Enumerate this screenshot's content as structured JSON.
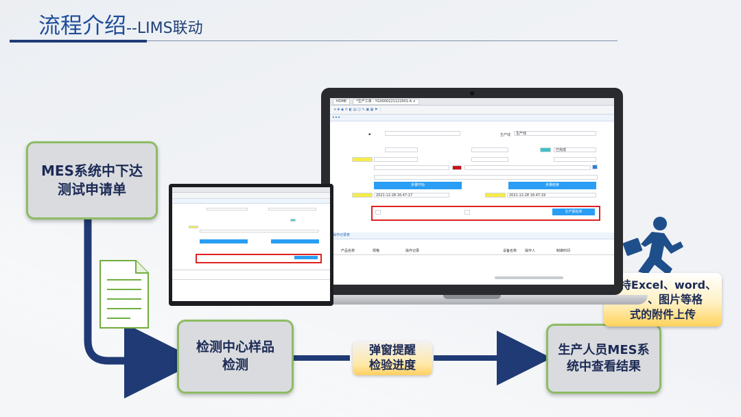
{
  "slide": {
    "title_main": "流程介绍",
    "title_sub": "--LIMS联动"
  },
  "flow": {
    "step1": "MES系统中下达测试申请单",
    "step1_line1": "MES系统中下达",
    "step1_line2": "测试申请单",
    "step2_line1": "检测中心样品",
    "step2_line2": "检测",
    "step3_line1": "生产人员MES系",
    "step3_line2": "统中查看结果",
    "popup_line1": "弹窗提醒",
    "popup_line2": "检验进度",
    "attach_line1": "支持Excel、word、",
    "attach_line2": "PDF、图片等格",
    "attach_line3": "式的附件上传"
  },
  "colors": {
    "title_blue": "#1f4e9a",
    "box_border": "#8dbb63",
    "box_fill": "#d9dbde",
    "arrow": "#1f3a75",
    "highlight_yellow": "#f5ec4a",
    "highlight_teal": "#3ec1c9",
    "button_blue": "#2a9df4",
    "frame_red": "#e02020"
  },
  "laptop_app": {
    "tab_home": "HOME",
    "tab_active": "*生产工单 - YG0000221122901-A ×",
    "btn_left": "步骤开始",
    "btn_right": "步骤结束",
    "value_start": "2021-12-28",
    "value_start_time": "16:47:17",
    "value_end": "2021-12-28",
    "value_end_time": "16:47:19",
    "submit_btn": "生产报检单",
    "label_line": "生产线",
    "value_line": "生产线",
    "value_status": "已完成",
    "section_title": "操作记录表",
    "col_product": "产品名称",
    "col_model": "规格",
    "col_record": "操作记录",
    "col_equip": "设备名称",
    "col_operator": "操作人",
    "col_date": "制做时间"
  }
}
